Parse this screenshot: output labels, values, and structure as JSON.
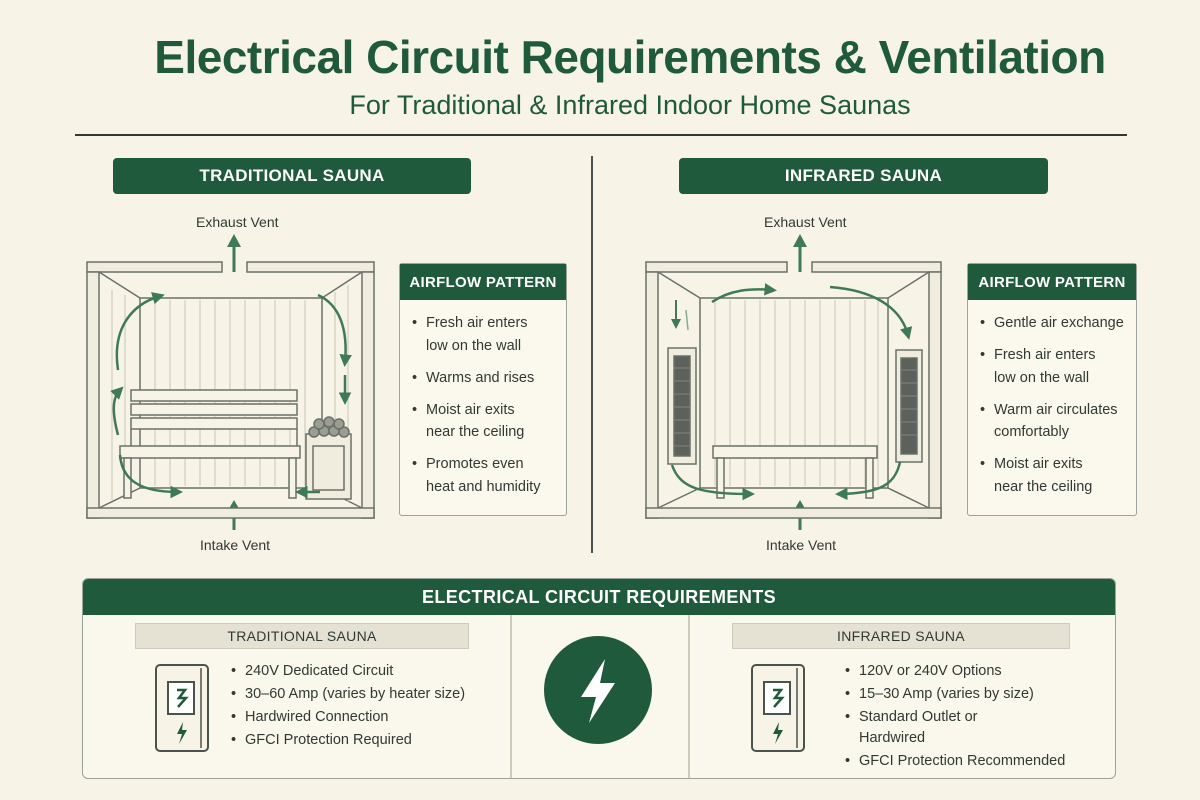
{
  "header": {
    "title": "Electrical Circuit Requirements & Ventilation",
    "subtitle": "For Traditional & Infrared Indoor Home Saunas"
  },
  "traditional": {
    "banner": "TRADITIONAL SAUNA",
    "exhaust_label": "Exhaust Vent",
    "intake_label": "Intake Vent",
    "airflow": {
      "title": "AIRFLOW PATTERN",
      "items": [
        [
          "Fresh air enters",
          "low on the wall"
        ],
        [
          "Warms and rises"
        ],
        [
          "Moist air exits",
          "near the ceiling"
        ],
        [
          "Promotes even",
          "heat and humidity"
        ]
      ]
    }
  },
  "infrared": {
    "banner": "INFRARED SAUNA",
    "exhaust_label": "Exhaust Vent",
    "intake_label": "Intake Vent",
    "airflow": {
      "title": "AIRFLOW PATTERN",
      "items": [
        [
          "Gentle air exchange"
        ],
        [
          "Fresh air enters",
          "low on the wall"
        ],
        [
          "Warm air circulates",
          "comfortably"
        ],
        [
          "Moist air exits",
          "near the ceiling"
        ]
      ]
    }
  },
  "electrical": {
    "title": "ELECTRICAL CIRCUIT REQUIREMENTS",
    "traditional": {
      "label": "TRADITIONAL SAUNA",
      "items": [
        [
          "240V Dedicated Circuit"
        ],
        [
          "30–60 Amp (varies by heater size)"
        ],
        [
          "Hardwired Connection"
        ],
        [
          "GFCI Protection Required"
        ]
      ]
    },
    "infrared": {
      "label": "INFRARED SAUNA",
      "items": [
        [
          "120V or 240V Options"
        ],
        [
          "15–30 Amp (varies by size)"
        ],
        [
          "Standard Outlet or",
          "Hardwired"
        ],
        [
          "GFCI Protection Recommended"
        ]
      ]
    }
  },
  "colors": {
    "primary_green": "#1f5a3c",
    "arrow_green": "#3f7a57",
    "background": "#f7f3e6",
    "panel_gray": "#e5e2d4"
  },
  "icons": {
    "traditional_breaker": "breaker-panel-icon",
    "infrared_breaker": "breaker-panel-icon",
    "center": "lightning-bolt-icon"
  }
}
